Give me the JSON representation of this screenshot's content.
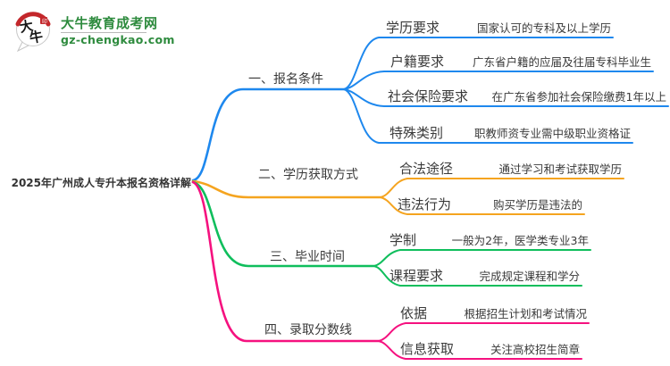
{
  "logo": {
    "title": "大牛教育成考网",
    "url": "gz-chengkao.com",
    "bubble_char_1": "大",
    "bubble_char_2": "牛",
    "brand_green": "#2E8B3E",
    "seal_red": "#C3272B"
  },
  "root": {
    "title": "2025年广州成人专升本报名资格详解"
  },
  "branches": [
    {
      "label": "一、报名条件",
      "color": "#1E88EE",
      "items": [
        {
          "label": "学历要求",
          "value": "国家认可的专科及以上学历"
        },
        {
          "label": "户籍要求",
          "value": "广东省户籍的应届及往届专科毕业生"
        },
        {
          "label": "社会保险要求",
          "value": "在广东省参加社会保险缴费1年以上"
        },
        {
          "label": "特殊类别",
          "value": "职教师资专业需中级职业资格证"
        }
      ]
    },
    {
      "label": "二、学历获取方式",
      "color": "#F5A41F",
      "items": [
        {
          "label": "合法途径",
          "value": "通过学习和考试获取学历"
        },
        {
          "label": "违法行为",
          "value": "购买学历是违法的"
        }
      ]
    },
    {
      "label": "三、毕业时间",
      "color": "#0FBE5C",
      "items": [
        {
          "label": "学制",
          "value": "一般为2年，医学类专业3年"
        },
        {
          "label": "课程要求",
          "value": "完成规定课程和学分"
        }
      ]
    },
    {
      "label": "四、录取分数线",
      "color": "#F5117F",
      "items": [
        {
          "label": "依据",
          "value": "根据招生计划和考试情况"
        },
        {
          "label": "信息获取",
          "value": "关注高校招生简章"
        }
      ]
    }
  ]
}
